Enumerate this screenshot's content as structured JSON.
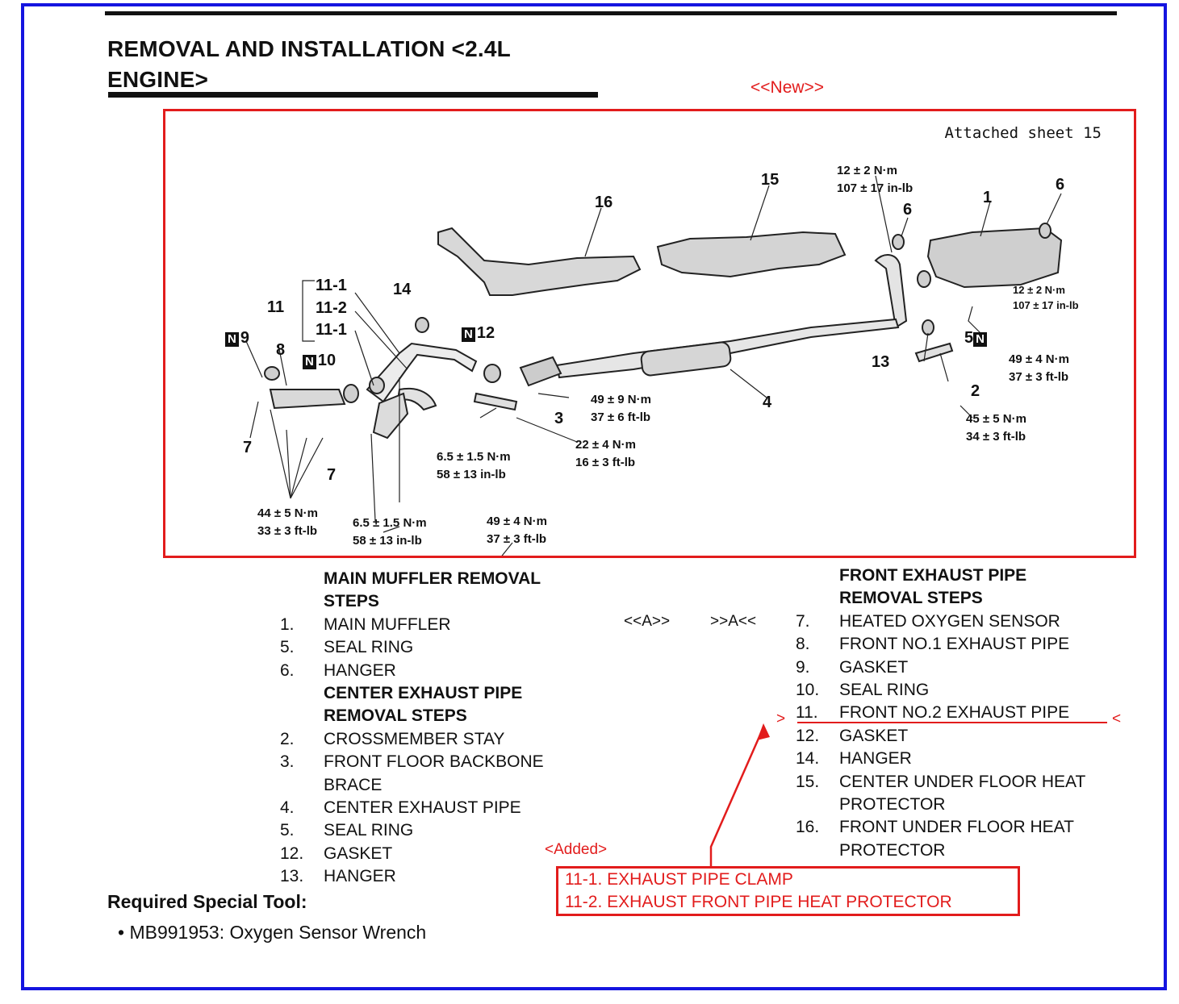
{
  "title": {
    "line1": "REMOVAL AND INSTALLATION <2.4L",
    "line2": "ENGINE>"
  },
  "new_label": "<<New>>",
  "sheet_label": "Attached sheet 15",
  "callouts": {
    "c1": "1",
    "c2": "2",
    "c3": "3",
    "c4": "4",
    "c5": "5",
    "c6a": "6",
    "c6b": "6",
    "c7a": "7",
    "c7b": "7",
    "c8": "8",
    "c9": "9",
    "c10": "10",
    "c11": "11",
    "c11_1a": "11-1",
    "c11_2": "11-2",
    "c11_1b": "11-1",
    "c12": "12",
    "c13": "13",
    "c14": "14",
    "c15": "15",
    "c16": "16",
    "new_part_mark": "N"
  },
  "torques": {
    "t_top": [
      "12 ± 2 N·m",
      "107 ± 17 in-lb"
    ],
    "t_right1": [
      "12 ± 2 N·m",
      "107 ± 17 in-lb"
    ],
    "t_right2": [
      "49 ± 4 N·m",
      "37 ± 3 ft-lb"
    ],
    "t_right3": [
      "45 ± 5 N·m",
      "34 ± 3 ft-lb"
    ],
    "t_mid1": [
      "49 ± 9 N·m",
      "37 ± 6 ft-lb"
    ],
    "t_mid2": [
      "22 ± 4 N·m",
      "16 ± 3 ft-lb"
    ],
    "t_mid3": [
      "6.5 ± 1.5 N·m",
      "58 ± 13 in-lb"
    ],
    "t_bot1": [
      "44 ± 5 N·m",
      "33 ± 3 ft-lb"
    ],
    "t_bot2": [
      "6.5 ± 1.5 N·m",
      "58 ± 13 in-lb"
    ],
    "t_bot3": [
      "49 ± 4 N·m",
      "37 ± 3 ft-lb"
    ]
  },
  "left_steps": {
    "main_header": [
      "MAIN MUFFLER REMOVAL",
      "STEPS"
    ],
    "main_items": [
      {
        "n": "1.",
        "t": "MAIN MUFFLER"
      },
      {
        "n": "5.",
        "t": "SEAL RING"
      },
      {
        "n": "6.",
        "t": "HANGER"
      }
    ],
    "center_header": [
      "CENTER EXHAUST PIPE",
      "REMOVAL STEPS"
    ],
    "center_items": [
      {
        "n": "2.",
        "t": "CROSSMEMBER STAY"
      },
      {
        "n": "3.",
        "t": "FRONT FLOOR BACKBONE",
        "t2": "BRACE"
      },
      {
        "n": "4.",
        "t": "CENTER EXHAUST PIPE"
      },
      {
        "n": "5.",
        "t": "SEAL RING"
      },
      {
        "n": "12.",
        "t": "GASKET"
      },
      {
        "n": "13.",
        "t": "HANGER"
      }
    ]
  },
  "middle_marks": {
    "a1": "<<A>>",
    "a2": ">>A<<"
  },
  "right_steps": {
    "header": [
      "FRONT EXHAUST PIPE",
      "REMOVAL STEPS"
    ],
    "items": [
      {
        "n": "7.",
        "t": "HEATED OXYGEN SENSOR"
      },
      {
        "n": "8.",
        "t": "FRONT NO.1 EXHAUST PIPE"
      },
      {
        "n": "9.",
        "t": "GASKET"
      },
      {
        "n": "10.",
        "t": "SEAL RING"
      },
      {
        "n": "11.",
        "t": "FRONT NO.2 EXHAUST PIPE"
      },
      {
        "n": "12.",
        "t": "GASKET"
      },
      {
        "n": "14.",
        "t": "HANGER"
      },
      {
        "n": "15.",
        "t": "CENTER UNDER FLOOR HEAT",
        "t2": "PROTECTOR"
      },
      {
        "n": "16.",
        "t": "FRONT UNDER FLOOR HEAT",
        "t2": "PROTECTOR"
      }
    ],
    "mark_left": ">",
    "mark_right": "<"
  },
  "added": {
    "label": "<Added>",
    "items": [
      "11-1.  EXHAUST PIPE CLAMP",
      "11-2.  EXHAUST FRONT PIPE HEAT PROTECTOR"
    ]
  },
  "required": {
    "title": "Required Special Tool:",
    "tool": "• MB991953: Oxygen Sensor Wrench"
  },
  "colors": {
    "frame": "#1515e0",
    "annotation": "#e21c1c",
    "ink": "#111111"
  }
}
